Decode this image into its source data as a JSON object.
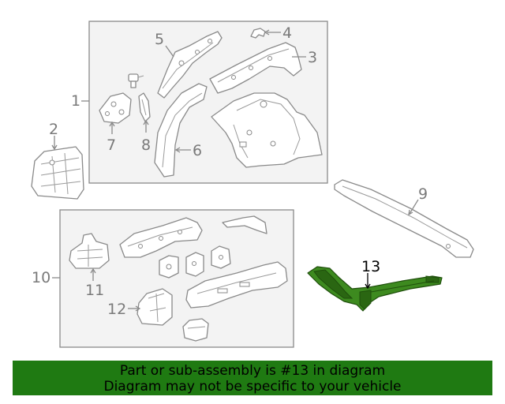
{
  "callouts": {
    "c1": "1",
    "c2": "2",
    "c3": "3",
    "c4": "4",
    "c5": "5",
    "c6": "6",
    "c7": "7",
    "c8": "8",
    "c9": "9",
    "c10": "10",
    "c11": "11",
    "c12": "12",
    "c13": "13"
  },
  "highlighted_part": "13",
  "highlight_color": "#3d8a1f",
  "banner": {
    "line1": "Part or sub-assembly is #13 in diagram",
    "line2": "Diagram may not be specific to your vehicle",
    "background": "#1f7a12"
  }
}
